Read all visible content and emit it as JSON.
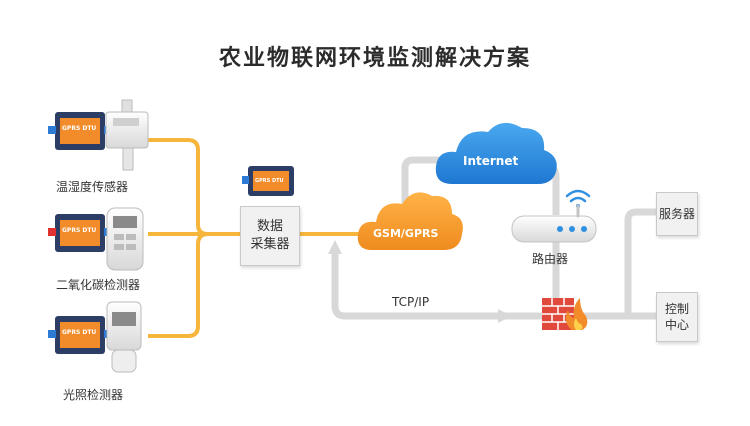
{
  "title": "农业物联网环境监测解决方案",
  "sensors": {
    "temp_humidity": "温湿度传感器",
    "co2": "二氧化碳检测器",
    "light": "光照检测器"
  },
  "collector": {
    "line1": "数据",
    "line2": "采集器"
  },
  "dtu_label": "GPRS DTU",
  "cloud_gsm": "GSM/GPRS",
  "cloud_internet": "Internet",
  "router": "路由器",
  "tcpip": "TCP/IP",
  "server": "服务器",
  "control": {
    "line1": "控制",
    "line2": "中心"
  },
  "colors": {
    "orange_line": "#f6b53b",
    "gray_line": "#d6d6d6",
    "cloud_orange": "#f39a2a",
    "cloud_blue": "#2f8fe0",
    "firewall_red": "#e04a3c"
  }
}
